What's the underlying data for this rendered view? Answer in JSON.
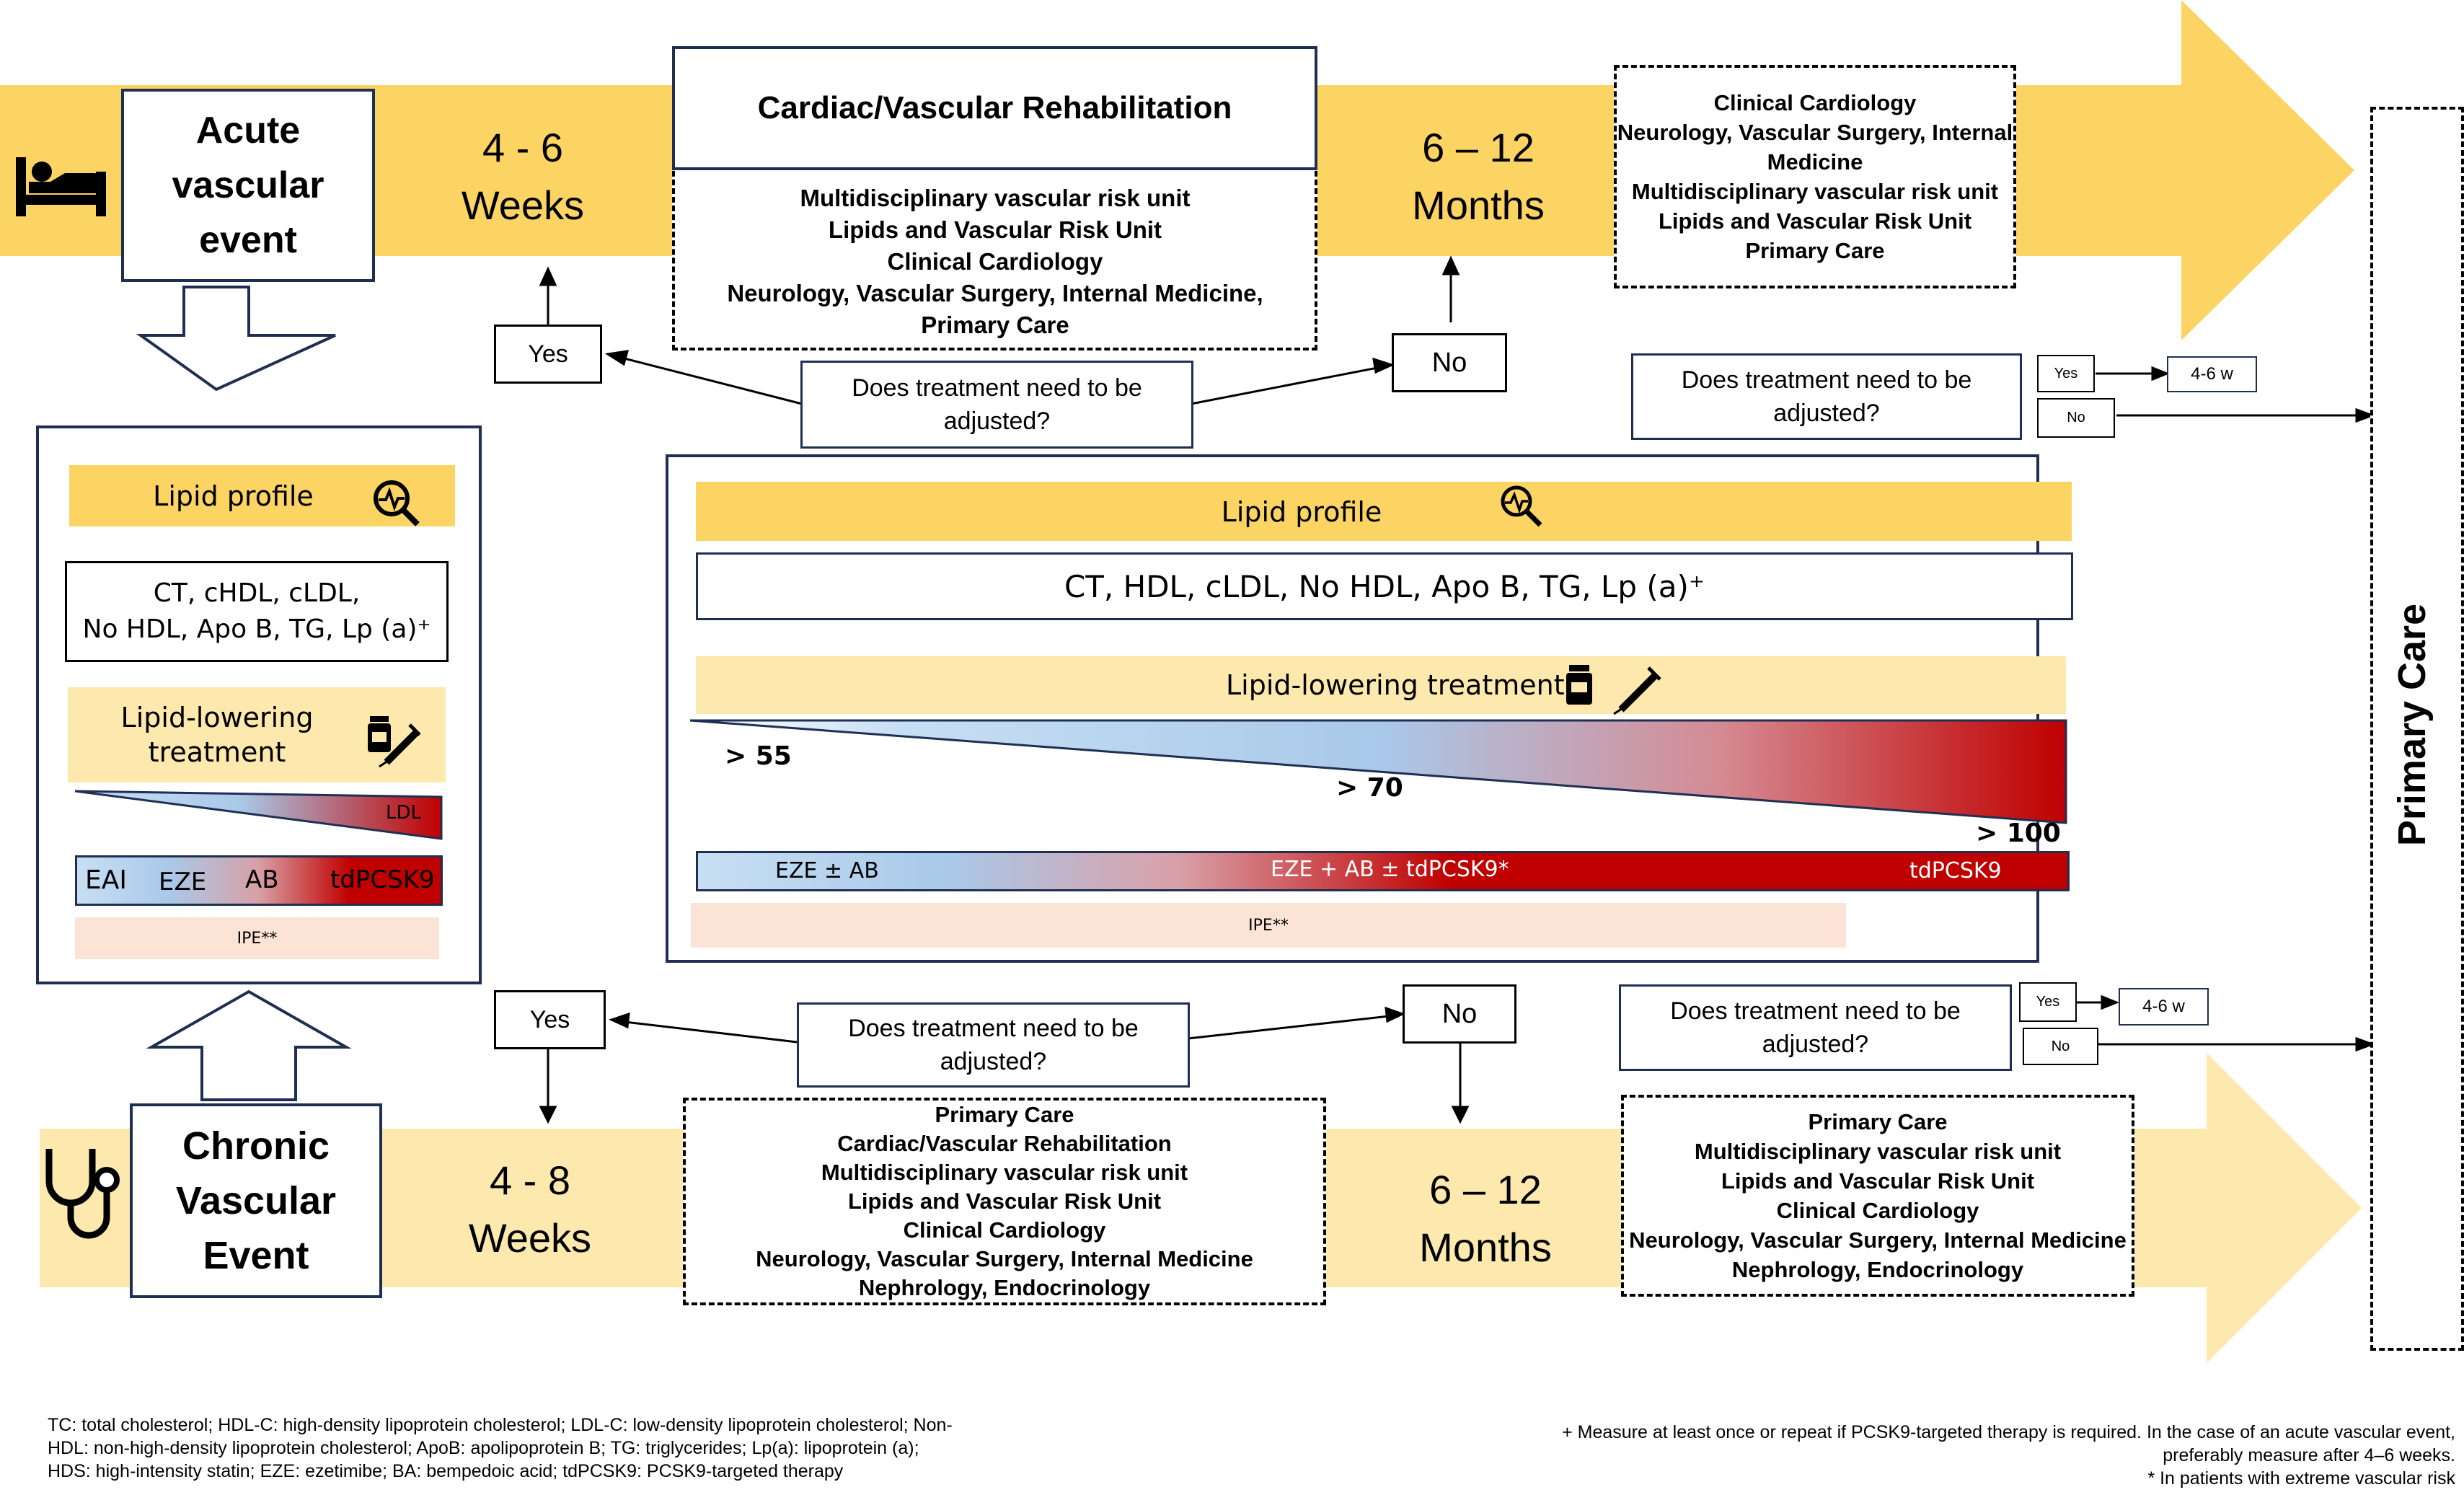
{
  "acute": {
    "event_label": "Acute vascular event",
    "time1": [
      "4 - 6",
      "Weeks"
    ],
    "time2": [
      "6 – 12",
      "Months"
    ],
    "rehab_title": "Cardiac/Vascular Rehabilitation",
    "rehab_items": [
      "Multidisciplinary vascular risk unit",
      "Lipids and Vascular Risk Unit",
      "Clinical Cardiology",
      "Neurology, Vascular Surgery, Internal Medicine,",
      "Primary Care"
    ],
    "followup_items": [
      "Clinical Cardiology",
      "Neurology, Vascular Surgery, Internal Medicine",
      "Multidisciplinary vascular risk unit",
      "Lipids and Vascular Risk Unit",
      "Primary Care"
    ],
    "question": "Does treatment need to be adjusted?",
    "yes": "Yes",
    "no": "No",
    "question2": "Does treatment need to be adjusted?",
    "yes2": "Yes",
    "no2": "No",
    "interval2": "4-6 w"
  },
  "left_panel": {
    "lipid_profile": "Lipid profile",
    "params_line1": "CT, cHDL, cLDL,",
    "params_line2": "No HDL, Apo B, TG, Lp (a)⁺",
    "treatment": [
      "Lipid-lowering",
      "treatment"
    ],
    "ldl_label": "LDL",
    "bar_labels": [
      "EAI",
      "EZE",
      "AB",
      "tdPCSK9"
    ],
    "ipe": "IPE**"
  },
  "center_panel": {
    "lipid_profile": "Lipid profile",
    "params": "CT, HDL, cLDL,  No HDL, Apo B, TG, Lp (a)⁺",
    "treatment": "Lipid-lowering treatment",
    "thresholds": [
      "> 55",
      "> 70",
      "> 100"
    ],
    "bar_labels": [
      "EZE ± AB",
      "EZE + AB ± tdPCSK9*",
      "tdPCSK9"
    ],
    "ipe": "IPE**"
  },
  "chronic": {
    "event_label": [
      "Chronic",
      "Vascular",
      "Event"
    ],
    "time1": [
      "4 - 8",
      "Weeks"
    ],
    "time2": [
      "6 – 12",
      "Months"
    ],
    "question": "Does treatment need to be adjusted?",
    "yes": "Yes",
    "no": "No",
    "care_items": [
      "Primary Care",
      "Cardiac/Vascular Rehabilitation",
      "Multidisciplinary vascular risk unit",
      "Lipids and Vascular Risk Unit",
      "Clinical Cardiology",
      "Neurology, Vascular Surgery, Internal Medicine",
      "Nephrology, Endocrinology"
    ],
    "followup_items": [
      "Primary Care",
      "Multidisciplinary vascular risk unit",
      "Lipids and Vascular Risk Unit",
      "Clinical Cardiology",
      "Neurology, Vascular Surgery, Internal Medicine",
      "Nephrology, Endocrinology"
    ],
    "question2": "Does treatment need to be adjusted?",
    "yes2": "Yes",
    "no2": "No",
    "interval2": "4-6 w"
  },
  "primary_care": "Primary Care",
  "footnotes": {
    "left": [
      "TC: total cholesterol; HDL-C: high-density lipoprotein cholesterol; LDL-C: low-density lipoprotein cholesterol; Non-",
      "HDL: non-high-density lipoprotein cholesterol; ApoB: apolipoprotein B; TG: triglycerides; Lp(a): lipoprotein (a);",
      "HDS: high-intensity statin; EZE: ezetimibe; BA: bempedoic acid; tdPCSK9: PCSK9-targeted therapy"
    ],
    "right": [
      "+ Measure at least once or repeat if PCSK9-targeted therapy is required. In the case of an acute vascular event,",
      "preferably measure after 4–6 weeks.",
      "* In patients with extreme vascular risk"
    ]
  },
  "icons": {
    "acute": "hospital-bed-icon",
    "chronic": "stethoscope-icon",
    "lipid_profile": "magnifier-heartbeat-icon",
    "treatment": [
      "pill-bottle-icon",
      "syringe-icon"
    ]
  },
  "colors": {
    "band_acute": "#fcd464",
    "band_chronic": "#fde9ad",
    "box_border": "#1f2f52",
    "gradient_low": "#c7dff3",
    "gradient_high": "#c00000",
    "ipe_fill": "#fbe3d6"
  }
}
